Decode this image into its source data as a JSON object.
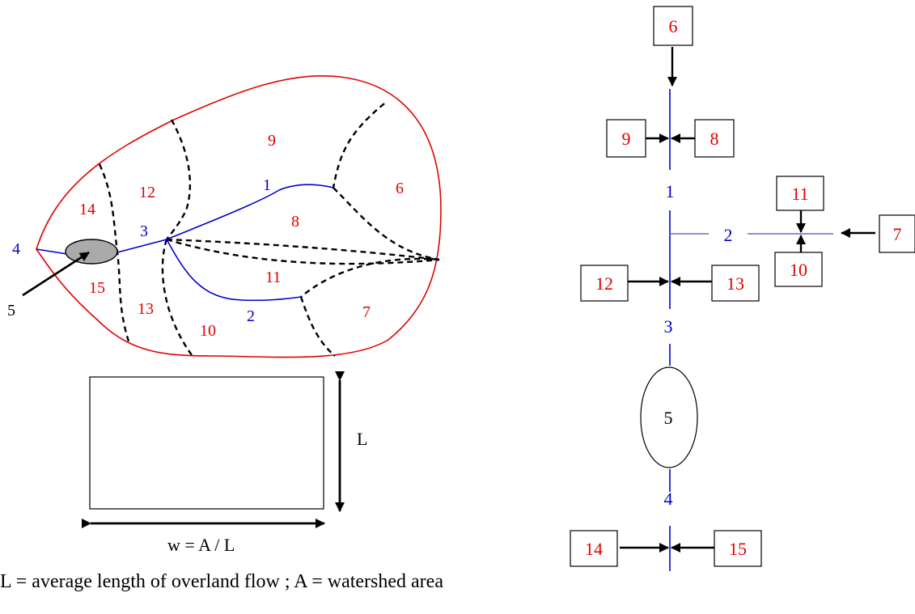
{
  "watershed_map": {
    "subcatchments": [
      "14",
      "12",
      "9",
      "6",
      "8",
      "11",
      "15",
      "13",
      "10",
      "7"
    ],
    "reach_labels": [
      "1",
      "2",
      "3",
      "4"
    ],
    "storage_label": "5"
  },
  "overland_rectangle": {
    "length_label": "L",
    "width_label": "w = A / L"
  },
  "caption": "L = average length of overland flow ; A = watershed area",
  "network": {
    "top_box": "6",
    "junction1": {
      "left": "9",
      "right": "8"
    },
    "reach1": "1",
    "branch": {
      "reach": "2",
      "top": "11",
      "bottom": "10",
      "right": "7"
    },
    "junction3": {
      "left": "12",
      "right": "13"
    },
    "reach3": "3",
    "storage": "5",
    "reach4": "4",
    "junction4": {
      "left": "14",
      "right": "15"
    }
  },
  "colors": {
    "subcatchment": "#e00000",
    "reach": "#0000cc",
    "boundary": "#e00000",
    "divide": "#000000"
  }
}
